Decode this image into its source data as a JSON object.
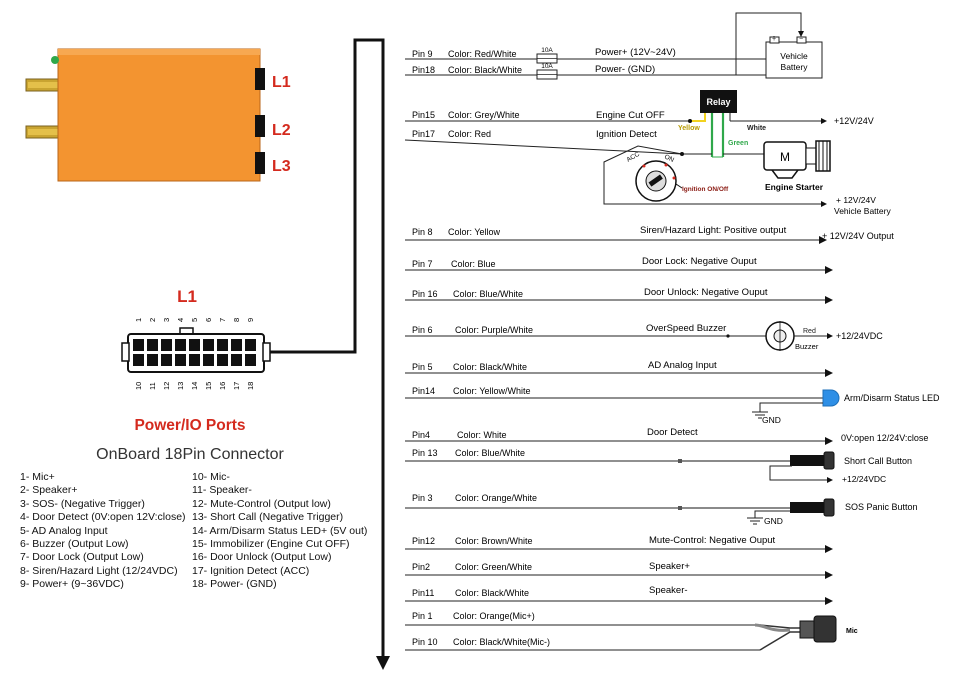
{
  "device": {
    "port_labels": [
      "L1",
      "L2",
      "L3"
    ]
  },
  "connector": {
    "title": "L1",
    "top_numbers": [
      "1",
      "2",
      "3",
      "4",
      "5",
      "6",
      "7",
      "8",
      "9"
    ],
    "bottom_numbers": [
      "10",
      "11",
      "12",
      "13",
      "14",
      "15",
      "16",
      "17",
      "18"
    ],
    "heading": "Power/IO Ports",
    "subheading": "OnBoard 18Pin Connector"
  },
  "pin_legend": {
    "left": [
      "1- Mic+",
      "2- Speaker+",
      "3- SOS- (Negative Trigger)",
      "4- Door Detect (0V:open 12V:close)",
      "5- AD Analog Input",
      "6- Buzzer (Output Low)",
      "7- Door Lock (Output Low)",
      "8- Siren/Hazard Light (12/24VDC)",
      "9- Power+ (9~36VDC)"
    ],
    "right": [
      "10- Mic-",
      "11- Speaker-",
      "12- Mute-Control (Output low)",
      "13- Short Call (Negative Trigger)",
      "14- Arm/Disarm Status LED+ (5V out)",
      "15- Immobilizer (Engine Cut OFF)",
      "16- Door Unlock (Output Low)",
      "17- Ignition Detect (ACC)",
      "18- Power- (GND)"
    ]
  },
  "wires": [
    {
      "pin": "Pin 9",
      "color": "Color: Red/White",
      "function": "Power+ (12V~24V)",
      "fuse": "10A"
    },
    {
      "pin": "Pin18",
      "color": "Color: Black/White",
      "function": "Power- (GND)",
      "fuse": "10A"
    },
    {
      "pin": "Pin15",
      "color": "Color: Grey/White",
      "function": "Engine Cut OFF"
    },
    {
      "pin": "Pin17",
      "color": "Color: Red",
      "function": "Ignition Detect"
    },
    {
      "pin": "Pin 8",
      "color": "Color: Yellow",
      "function": "Siren/Hazard Light: Positive output",
      "target": "+ 12V/24V Output"
    },
    {
      "pin": "Pin 7",
      "color": "Color: Blue",
      "function": "Door Lock: Negative Ouput"
    },
    {
      "pin": "Pin 16",
      "color": "Color: Blue/White",
      "function": "Door Unlock: Negative Ouput"
    },
    {
      "pin": "Pin 6",
      "color": "Color: Purple/White",
      "function": "OverSpeed Buzzer",
      "target": "+12/24VDC"
    },
    {
      "pin": "Pin 5",
      "color": "Color: Black/White",
      "function": "AD Analog Input"
    },
    {
      "pin": "Pin14",
      "color": "Color: Yellow/White",
      "target": "Arm/Disarm Status LED"
    },
    {
      "pin": "Pin4",
      "color": "Color: White",
      "function": "Door Detect",
      "target": "0V:open 12/24V:close"
    },
    {
      "pin": "Pin 13",
      "color": "Color: Blue/White",
      "target": "Short Call Button"
    },
    {
      "pin": "Pin 3",
      "color": "Color: Orange/White",
      "target": "SOS Panic Button"
    },
    {
      "pin": "Pin12",
      "color": "Color: Brown/White",
      "function": "Mute-Control: Negative Ouput"
    },
    {
      "pin": "Pin2",
      "color": "Color: Green/White",
      "function": "Speaker+"
    },
    {
      "pin": "Pin11",
      "color": "Color: Black/White",
      "function": "Speaker-"
    },
    {
      "pin": "Pin 1",
      "color": "Color: Orange(Mic+)"
    },
    {
      "pin": "Pin 10",
      "color": "Color: Black/White(Mic-)"
    }
  ],
  "components": {
    "battery": "Vehicle Battery",
    "relay": "Relay",
    "wire_yellow": "Yellow",
    "wire_white": "White",
    "wire_green": "Green",
    "relay_supply": "+12V/24V",
    "motor_symbol": "M",
    "engine_starter": "Engine Starter",
    "ignition_switch": "Ignition ON/Off",
    "switch_acc": "ACC",
    "switch_on": "ON",
    "supply_12_24": "+ 12V/24V",
    "vehicle_battery_line": "Vehicle Battery",
    "buzzer_red": "Red",
    "buzzer": "Buzzer",
    "gnd": "GND",
    "short_call_supply": "+12/24VDC",
    "mic": "Mic"
  },
  "colors": {
    "device_orange": "#F39430",
    "title_red": "#D42A1E",
    "led_blue": "#2E8FE6",
    "wire_yellow": "#F2D21F",
    "wire_green": "#2FA84A",
    "relay_black": "#111111"
  }
}
